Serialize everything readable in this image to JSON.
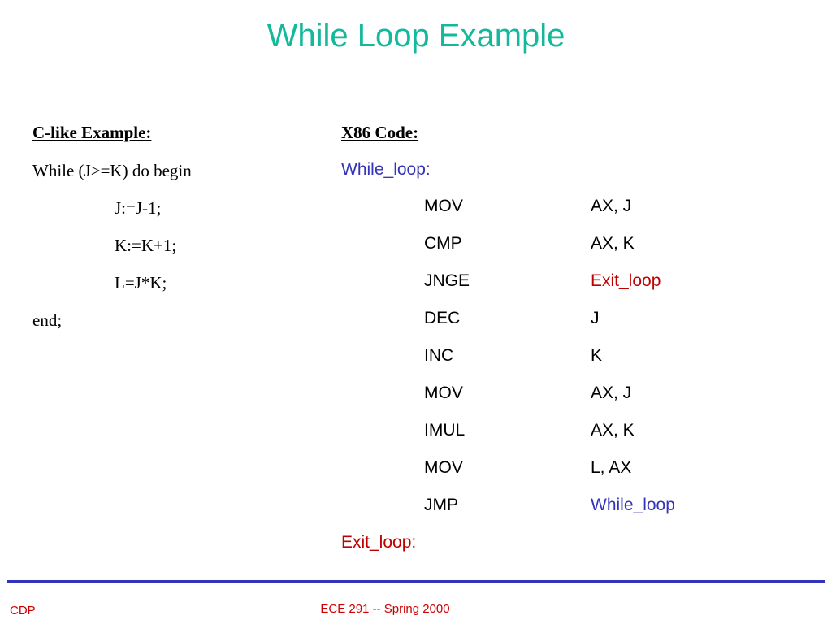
{
  "title": "While Loop Example",
  "c_example": {
    "heading": "C-like Example:",
    "lines": [
      "While (J>=K) do begin",
      "J:=J-1;",
      "K:=K+1;",
      "L=J*K;",
      "end;"
    ]
  },
  "x86": {
    "heading": "X86 Code:",
    "start_label": "While_loop:",
    "instructions": [
      {
        "op": "MOV",
        "args": "AX, J"
      },
      {
        "op": "CMP",
        "args": "AX, K"
      },
      {
        "op": "JNGE",
        "args": "Exit_loop"
      },
      {
        "op": "DEC",
        "args": "J"
      },
      {
        "op": "INC",
        "args": "K"
      },
      {
        "op": "MOV",
        "args": "AX, J"
      },
      {
        "op": "IMUL",
        "args": "AX, K"
      },
      {
        "op": "MOV",
        "args": "L, AX"
      },
      {
        "op": "JMP",
        "args": "While_loop"
      }
    ],
    "end_label": "Exit_loop:"
  },
  "footer": {
    "left": "CDP",
    "center": "ECE 291 -- Spring 2000"
  },
  "colors": {
    "title": "#14b89a",
    "label_blue": "#3333bb",
    "label_red": "#c00000",
    "rule": "#3333bb",
    "footer": "#cc0000"
  }
}
